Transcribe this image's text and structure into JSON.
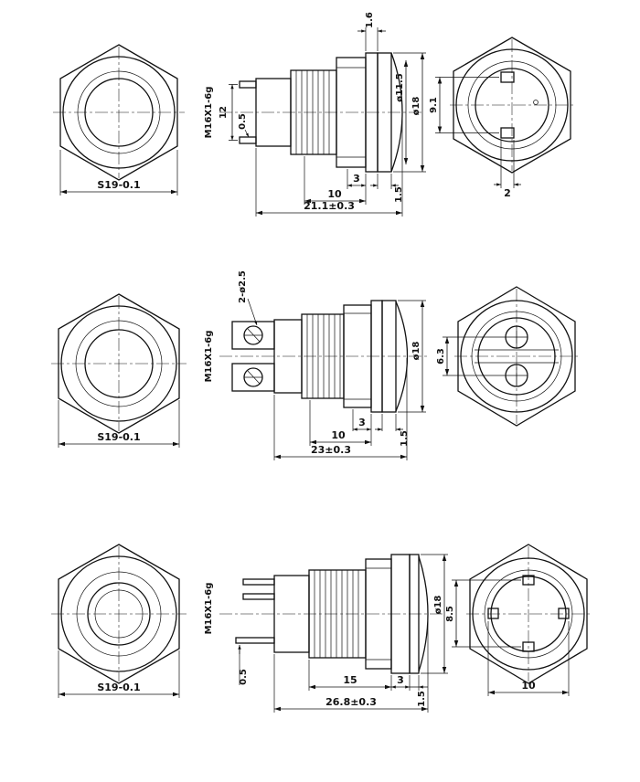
{
  "drawing": {
    "title": "push-button-switch-technical-drawing",
    "line_color": "#111111",
    "background": "#ffffff",
    "row1": {
      "front_dim": "S19-0.1",
      "thread": "M16X1-6g",
      "pin_pitch": "12",
      "pin_thickness": "0.5",
      "washer_width": "1.6",
      "dia_inner": "ø11.5",
      "dia_flange": "ø18",
      "dim_hex": "3",
      "dim_thread_len": "10",
      "dim_flange_th": "1.5",
      "overall_len": "21.1±0.3",
      "rear_pitch": "9.1",
      "rear_pin_width": "2"
    },
    "row2": {
      "front_dim": "S19-0.1",
      "hole_note": "2-ø2.5",
      "thread": "M16X1-6g",
      "dia_flange": "ø18",
      "dim_hex": "3",
      "dim_thread_len": "10",
      "dim_flange_th": "1.5",
      "overall_len": "23±0.3",
      "rear_pitch": "6.3"
    },
    "row3": {
      "front_dim": "S19-0.1",
      "thread": "M16X1-6g",
      "pin_thickness": "0.5",
      "dia_flange": "ø18",
      "dim_body_len": "15",
      "dim_washer": "3",
      "dim_flange_th": "1.5",
      "overall_len": "26.8±0.3",
      "rear_pitch": "8.5",
      "rear_span": "10"
    }
  }
}
